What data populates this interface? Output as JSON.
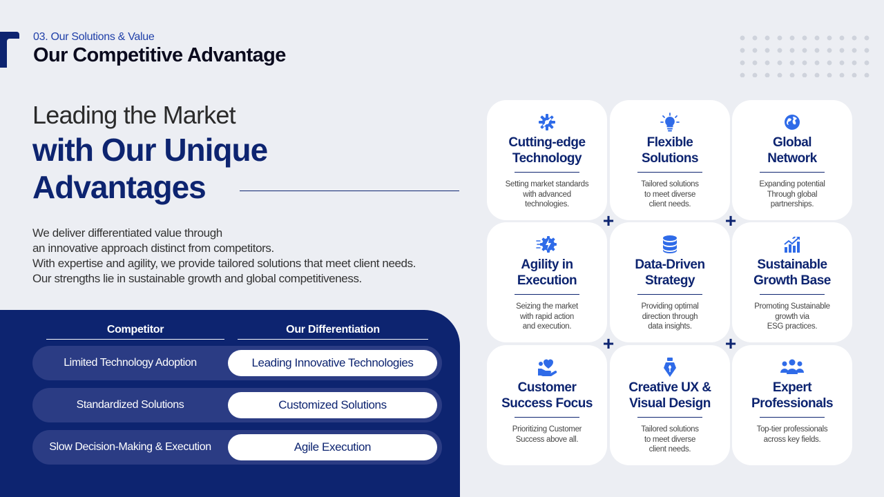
{
  "header": {
    "section_label": "03. Our Solutions & Value",
    "title": "Our Competitive Advantage"
  },
  "headline": {
    "line1": "Leading the Market",
    "line2": "with Our Unique Advantages"
  },
  "intro": [
    "We deliver differentiated value through",
    "an innovative approach distinct from competitors.",
    "With expertise and agility, we provide tailored solutions that meet client needs.",
    "Our strengths lie in sustainable growth and global competitiveness."
  ],
  "comparison": {
    "competitor_header": "Competitor",
    "ours_header": "Our Differentiation",
    "rows": [
      {
        "competitor": "Limited Technology Adoption",
        "ours": "Leading Innovative Technologies"
      },
      {
        "competitor": "Standardized Solutions",
        "ours": "Customized Solutions"
      },
      {
        "competitor": "Slow Decision-Making & Execution",
        "ours": "Agile Execution"
      }
    ]
  },
  "cards": [
    {
      "icon": "gear-wrench-icon",
      "title": "Cutting-edge\nTechnology",
      "desc": "Setting market standards\nwith advanced\ntechnologies."
    },
    {
      "icon": "lightbulb-icon",
      "title": "Flexible\nSolutions",
      "desc": "Tailored solutions\nto meet diverse\nclient needs."
    },
    {
      "icon": "globe-icon",
      "title": "Global\nNetwork",
      "desc": "Expanding potential\nThrough global\npartnerships."
    },
    {
      "icon": "lightning-gear-icon",
      "title": "Agility in\nExecution",
      "desc": "Seizing the market\nwith rapid action\nand execution."
    },
    {
      "icon": "database-icon",
      "title": "Data-Driven\nStrategy",
      "desc": "Providing optimal\ndirection through\ndata insights."
    },
    {
      "icon": "growth-chart-icon",
      "title": "Sustainable\nGrowth Base",
      "desc": "Promoting Sustainable\ngrowth via\nESG practices."
    },
    {
      "icon": "hand-heart-icon",
      "title": "Customer\nSuccess Focus",
      "desc": "Prioritizing Customer\nSuccess above all."
    },
    {
      "icon": "pen-nib-icon",
      "title": "Creative UX &\nVisual Design",
      "desc": "Tailored solutions\nto meet diverse\nclient needs."
    },
    {
      "icon": "team-icon",
      "title": "Expert\nProfessionals",
      "desc": "Top-tier professionals\nacross key fields."
    }
  ],
  "colors": {
    "navy": "#0d2470",
    "accent_blue": "#2f6be8",
    "background": "#eceef3"
  }
}
